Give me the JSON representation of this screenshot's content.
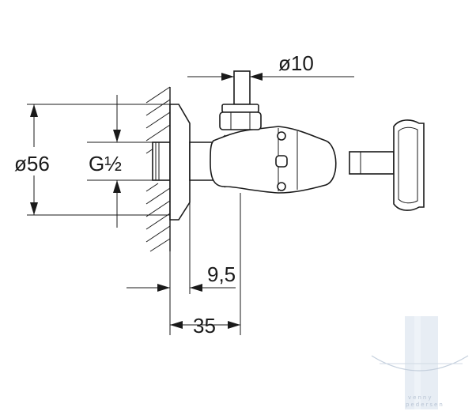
{
  "dimensions": {
    "pipe_diameter": "ø10",
    "rosette_diameter": "ø56",
    "thread": "G½",
    "offset": "9,5",
    "depth": "35"
  },
  "watermark": {
    "line1": "venny",
    "line2": "pedersen"
  },
  "colors": {
    "line": "#1a1a1a",
    "watermark": "#c9d6e6"
  }
}
